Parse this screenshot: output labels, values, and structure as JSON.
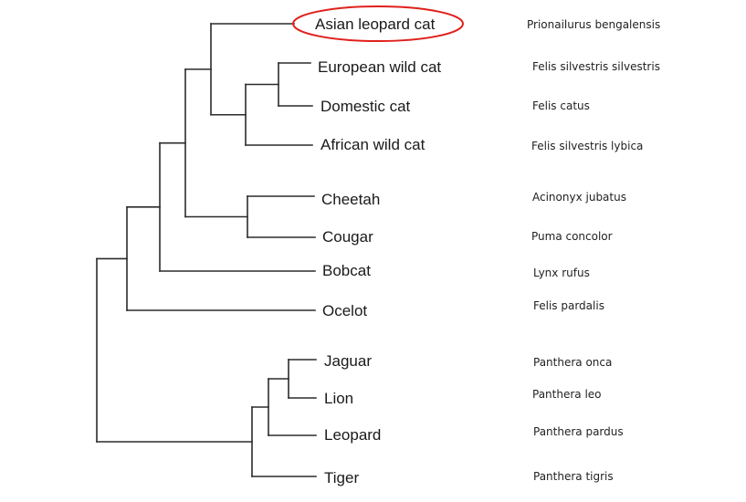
{
  "taxa": [
    {
      "common": "Asian leopard cat",
      "scientific": "Prionailurus bengalensis",
      "highlighted": true
    },
    {
      "common": "European wild cat",
      "scientific": "Felis silvestris silvestris"
    },
    {
      "common": "Domestic cat",
      "scientific": "Felis catus"
    },
    {
      "common": "African wild cat",
      "scientific": "Felis silvestris lybica"
    },
    {
      "common": "Cheetah",
      "scientific": "Acinonyx jubatus"
    },
    {
      "common": "Cougar",
      "scientific": "Puma concolor"
    },
    {
      "common": "Bobcat",
      "scientific": "Lynx rufus"
    },
    {
      "common": "Ocelot",
      "scientific": "Felis pardalis"
    },
    {
      "common": "Jaguar",
      "scientific": "Panthera onca"
    },
    {
      "common": "Lion",
      "scientific": "Panthera leo"
    },
    {
      "common": "Leopard",
      "scientific": "Panthera pardus"
    },
    {
      "common": "Tiger",
      "scientific": "Panthera tigris"
    }
  ],
  "tree": [
    [
      [
        [
          [
            0,
            [
              [
                1,
                2
              ],
              3
            ]
          ],
          [
            4,
            5
          ]
        ],
        6
      ],
      7
    ],
    [
      [
        [
          8,
          9
        ],
        10
      ],
      11
    ]
  ],
  "colors": {
    "branch": "#2b2b2b",
    "highlight": "#e0201b",
    "text": "#1a1a1a"
  }
}
